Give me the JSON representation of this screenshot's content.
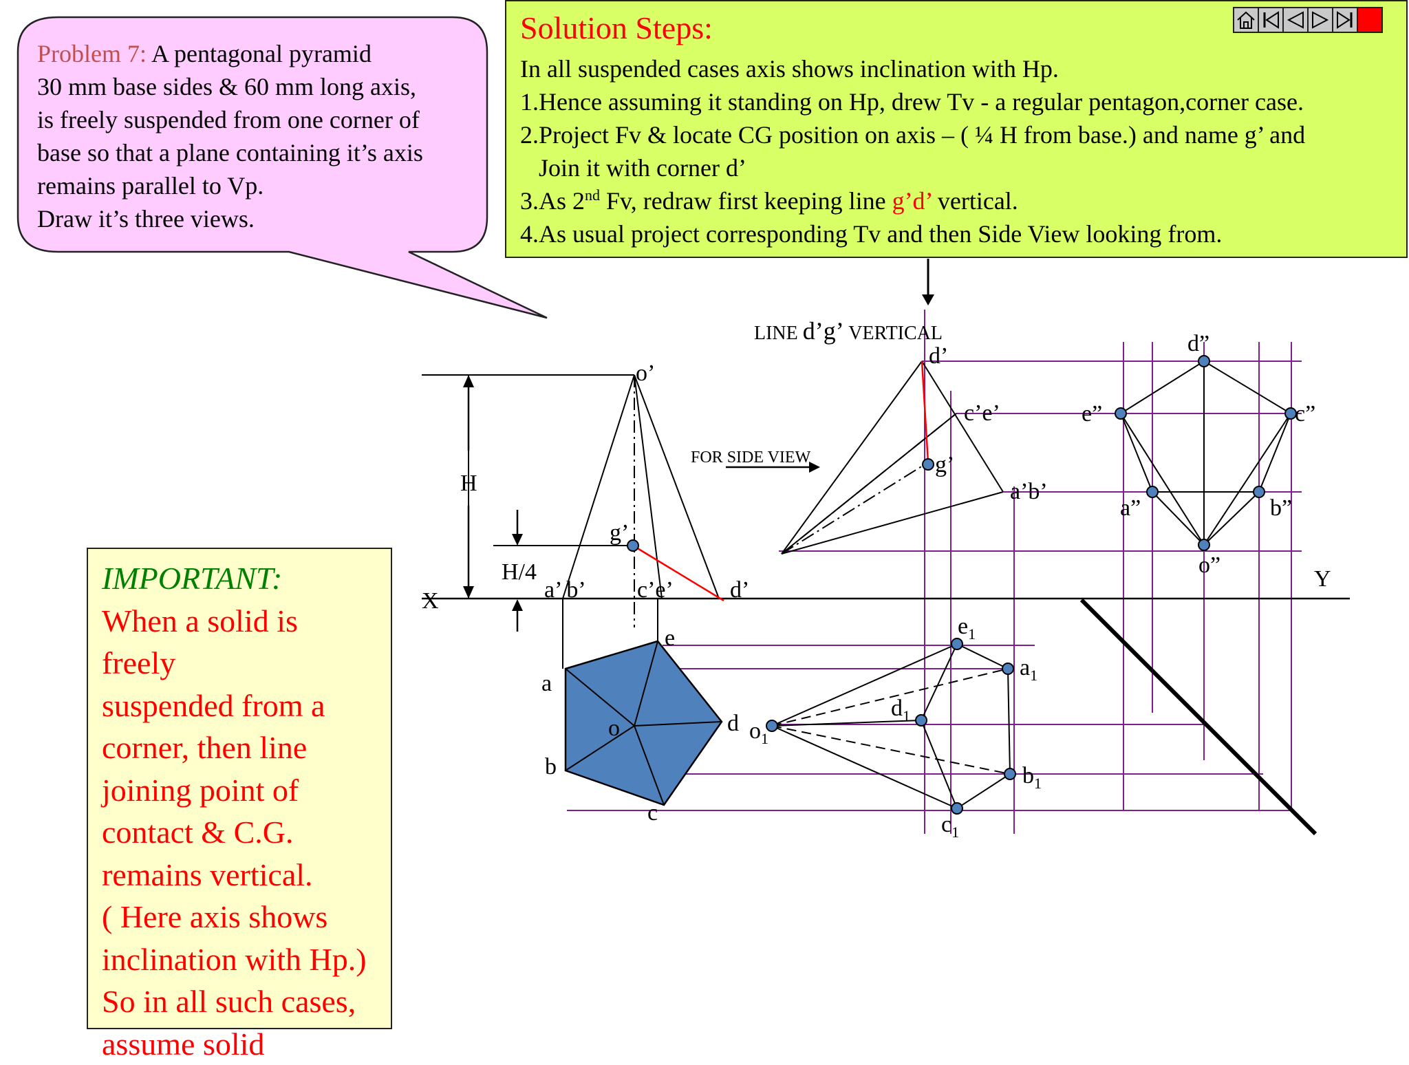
{
  "problem": {
    "label": "Problem 7:",
    "lines": [
      "A pentagonal pyramid",
      "30 mm base sides & 60 mm long axis,",
      "is freely suspended from one corner of",
      " base so that a plane containing it’s axis",
      "remains parallel to Vp.",
      "Draw it’s three views."
    ]
  },
  "steps": {
    "title": "Solution Steps:",
    "line1": "In all suspended cases axis shows inclination with Hp.",
    "line2": "1.Hence assuming it standing on Hp, drew Tv - a regular pentagon,corner case.",
    "line3": "2.Project Fv & locate CG position on axis – ( ¼ H from base.) and name g’ and",
    "line4": "   Join it with corner d’",
    "line5_a": "3.As 2",
    "line5_sup": "nd",
    "line5_b": " Fv, redraw first keeping line ",
    "line5_red": "g’d’",
    "line5_c": " vertical.",
    "line6": "4.As usual project corresponding Tv and then Side View looking from."
  },
  "nav": {
    "home": "home-icon",
    "first": "first-slide-icon",
    "prev": "previous-slide-icon",
    "next": "next-slide-icon",
    "last": "last-slide-icon",
    "stop_color": "#ff0000"
  },
  "important": {
    "heading": "IMPORTANT:",
    "lines": [
      "When a solid is",
      "freely",
      "suspended from a",
      "corner, then line",
      "joining point of",
      "contact & C.G.",
      "remains vertical.",
      "( Here axis shows",
      "inclination with Hp.)",
      "So in all such cases,",
      "assume solid"
    ]
  },
  "drawing": {
    "line_dg_a": "LINE ",
    "line_dg_b": "d’g’",
    "line_dg_c": " VERTICAL",
    "for_side_view": "FOR SIDE VIEW",
    "x": "X",
    "y": "Y",
    "h": "H",
    "h4": "H/4",
    "o_prime": "o’",
    "g_prime": "g’",
    "ab_prime": "a’ b’",
    "ce_prime": "c’e’",
    "d_prime": "d’",
    "tv_a": "a",
    "tv_b": "b",
    "tv_c": "c",
    "tv_d": "d",
    "tv_e": "e",
    "tv_o": "o",
    "fv2_d": "d’",
    "fv2_ce": "c’e’",
    "fv2_g": "g’",
    "fv2_ab": "a’b’",
    "sv_d": "d”",
    "sv_e": "e”",
    "sv_c": "c”",
    "sv_a": "a”",
    "sv_b": "b”",
    "sv_o": "o”",
    "tv2_e": "e",
    "tv2_a": "a",
    "tv2_d": "d",
    "tv2_o": "o",
    "tv2_b": "b",
    "tv2_c": "c",
    "sub1": "1"
  },
  "colors": {
    "purple": "#7f1f8f",
    "pentagon_fill": "#4f81bd",
    "dot": "#4f81bd",
    "red": "#ff0000",
    "callout": "#ffccff",
    "steps_bg": "#d9ff66",
    "important_bg": "#ffffcc"
  }
}
